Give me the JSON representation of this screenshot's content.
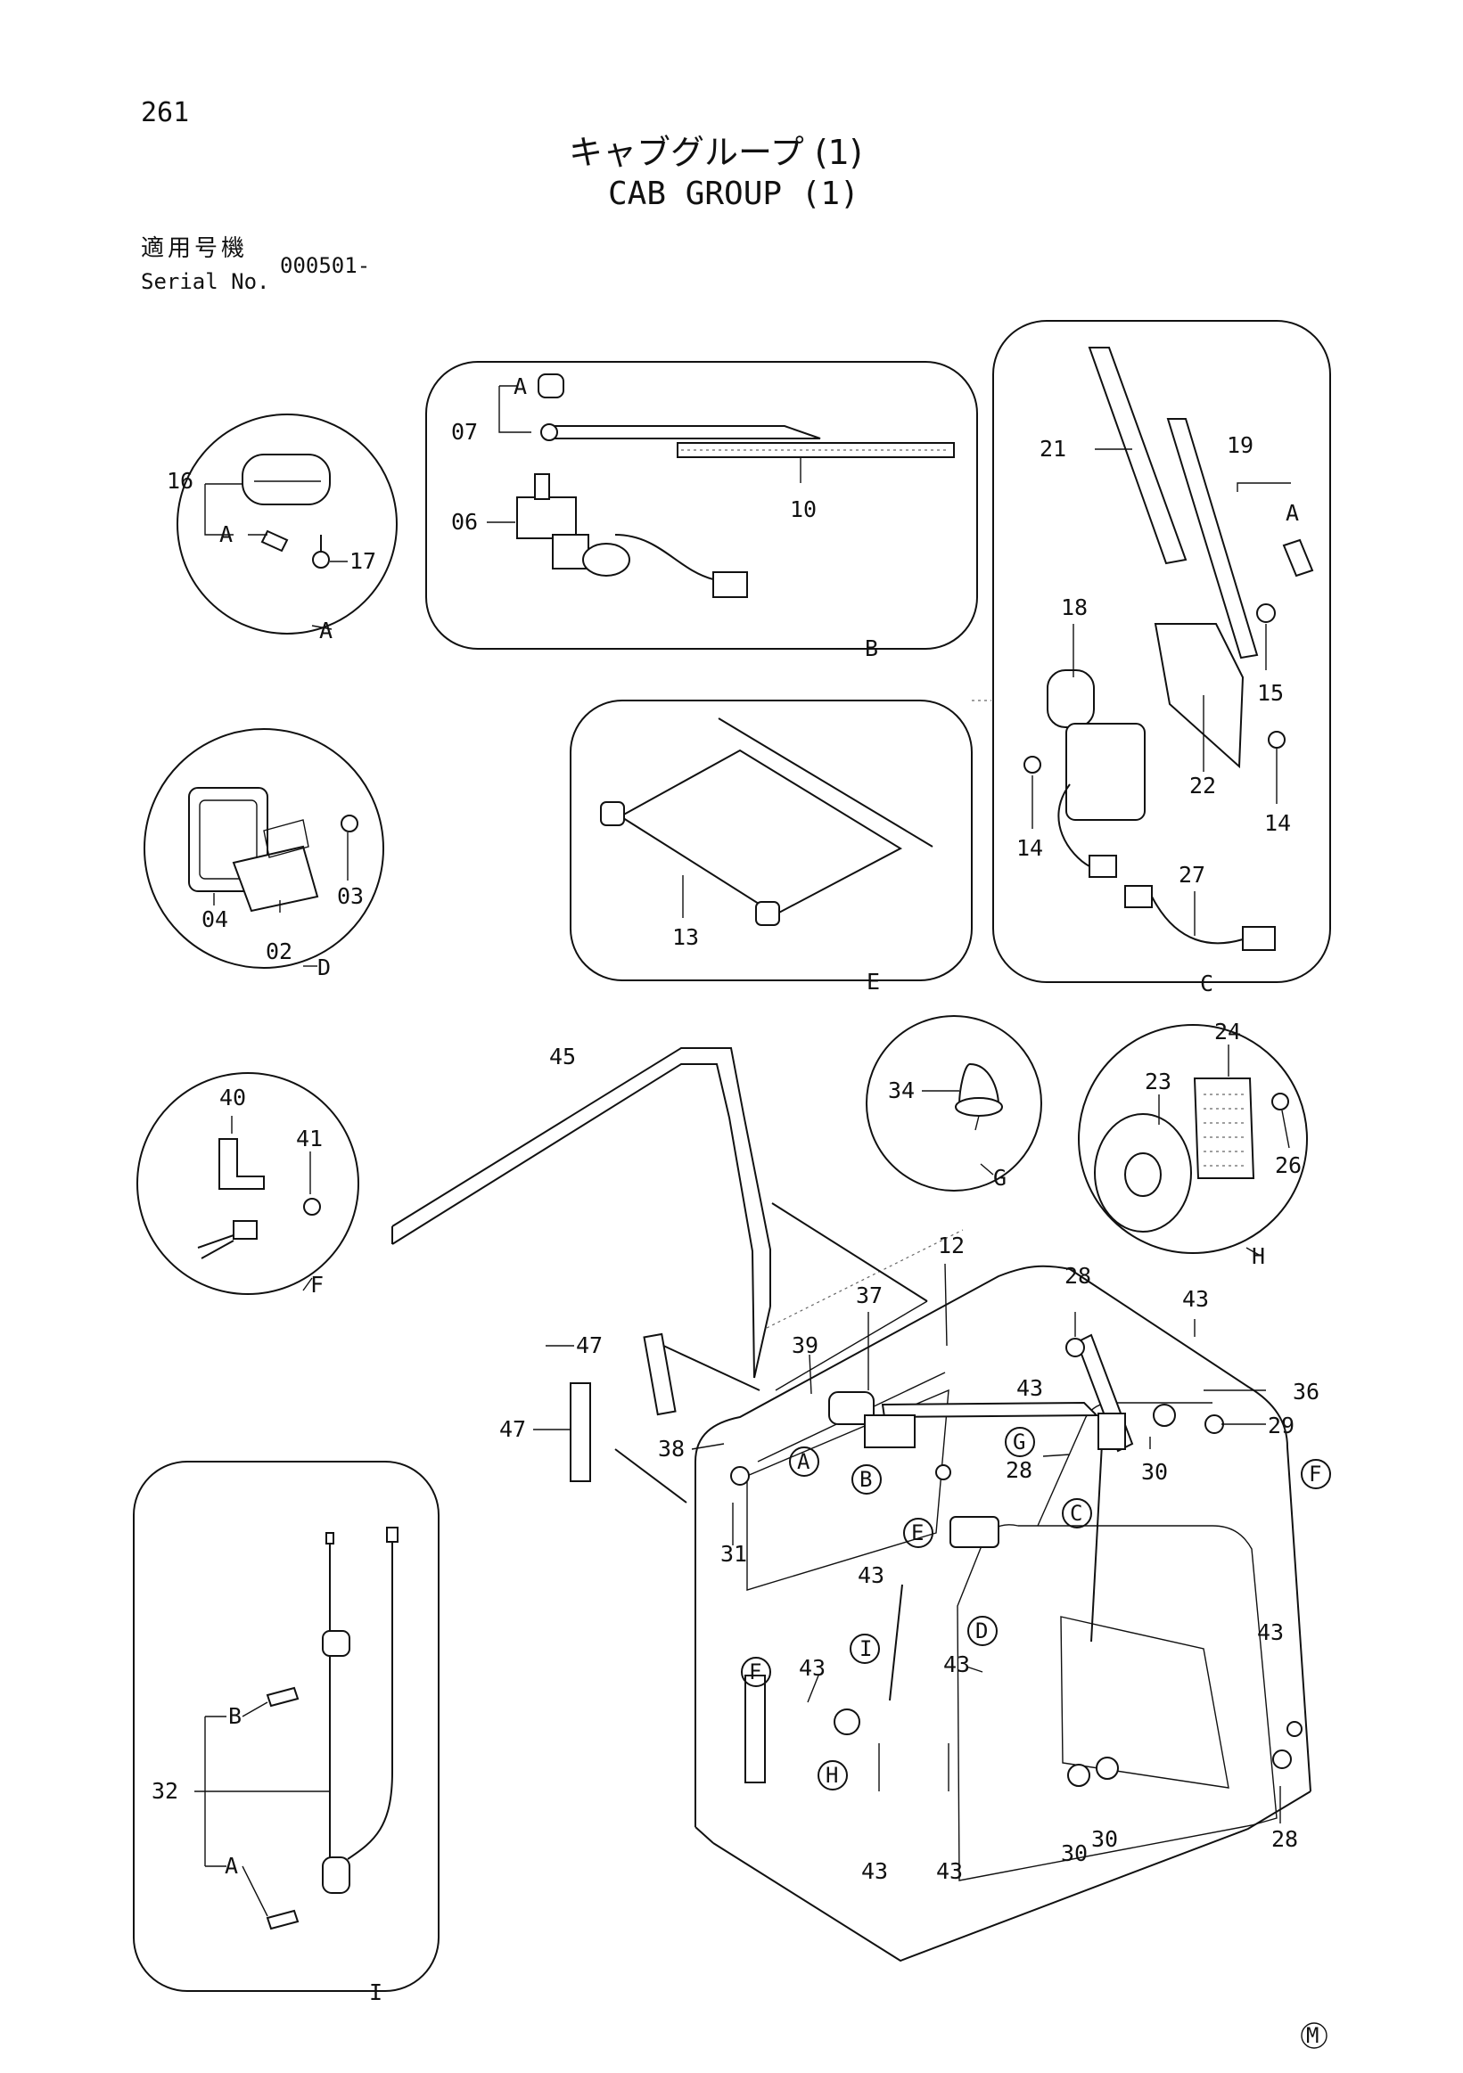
{
  "page": {
    "number": "261",
    "title_ja": "キャブグループ (1)",
    "title_en": "CAB GROUP (1)",
    "serial_label_ja": "適用号機",
    "serial_label_en": "Serial No.",
    "serial_value": "000501-",
    "footer_mark": "M"
  },
  "panels": [
    {
      "id": "A",
      "parts": [
        "16",
        "A",
        "17"
      ]
    },
    {
      "id": "B",
      "parts": [
        "A",
        "07",
        "06",
        "10"
      ]
    },
    {
      "id": "C",
      "parts": [
        "21",
        "19",
        "A",
        "18",
        "15",
        "22",
        "14",
        "14",
        "27"
      ]
    },
    {
      "id": "D",
      "parts": [
        "03",
        "04",
        "02"
      ]
    },
    {
      "id": "E",
      "parts": [
        "13"
      ]
    },
    {
      "id": "F",
      "parts": [
        "40",
        "41"
      ]
    },
    {
      "id": "G",
      "parts": [
        "34"
      ]
    },
    {
      "id": "H",
      "parts": [
        "24",
        "23",
        "26"
      ]
    },
    {
      "id": "I",
      "parts": [
        "B",
        "32",
        "A"
      ]
    }
  ],
  "main_parts": [
    "45",
    "12",
    "28",
    "37",
    "43",
    "47",
    "39",
    "47",
    "36",
    "29",
    "38",
    "28",
    "30",
    "31",
    "43",
    "43",
    "43",
    "43",
    "43",
    "43",
    "43",
    "30",
    "30",
    "28"
  ],
  "callouts": [
    "A",
    "B",
    "G",
    "E",
    "C",
    "F",
    "D",
    "I",
    "F",
    "H"
  ],
  "labels": {
    "p16": "16",
    "pa_A": "A",
    "p17": "17",
    "panelA": "A",
    "pb_A": "A",
    "p07": "07",
    "p06": "06",
    "p10": "10",
    "panelB": "B",
    "p21": "21",
    "p19": "19",
    "pc_A": "A",
    "p18": "18",
    "p15": "15",
    "p22": "22",
    "p14a": "14",
    "p14b": "14",
    "p27": "27",
    "panelC": "C",
    "p03": "03",
    "p04": "04",
    "p02": "02",
    "panelD": "D",
    "p13": "13",
    "panelE": "E",
    "p40": "40",
    "p41": "41",
    "panelF": "F",
    "p34": "34",
    "panelG": "G",
    "p24": "24",
    "p23": "23",
    "p26": "26",
    "panelH": "H",
    "pi_B": "B",
    "p32": "32",
    "pi_A": "A",
    "panelI": "I",
    "m45": "45",
    "m12": "12",
    "m28a": "28",
    "m37": "37",
    "m43a": "43",
    "m47a": "47",
    "m39": "39",
    "m47b": "47",
    "m36": "36",
    "m29": "29",
    "m38": "38",
    "m28b": "28",
    "m30a": "30",
    "m31": "31",
    "m43b": "43",
    "m43c": "43",
    "m43d": "43",
    "m43e": "43",
    "m43f": "43",
    "m43g": "43",
    "m43h": "43",
    "m30b": "30",
    "m30c": "30",
    "m28c": "28",
    "cA": "A",
    "cB": "B",
    "cG": "G",
    "cE": "E",
    "cC": "C",
    "cF1": "F",
    "cD": "D",
    "cI": "I",
    "cF2": "F",
    "cH": "H"
  }
}
